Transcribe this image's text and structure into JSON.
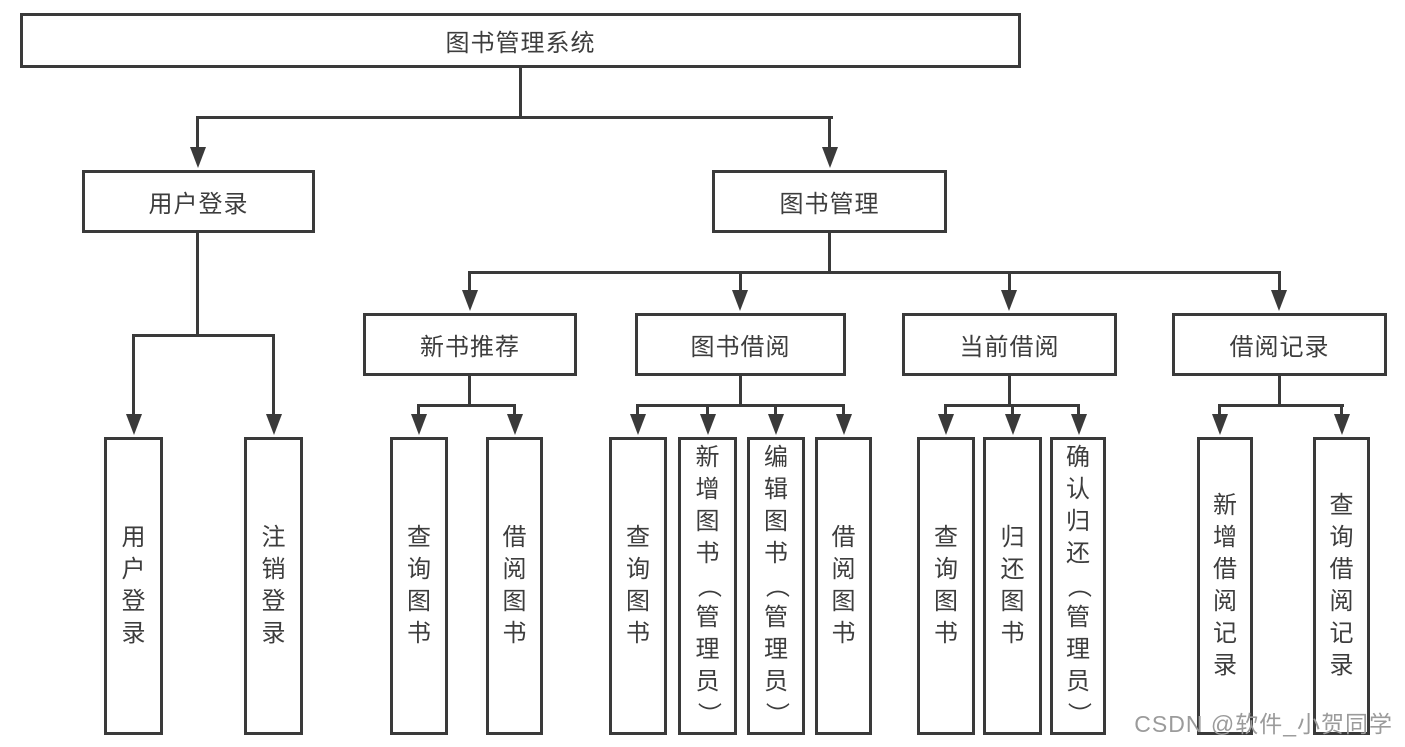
{
  "title": "图书管理系统",
  "tree": {
    "label": "图书管理系统",
    "children": [
      {
        "label": "用户登录",
        "children": [
          {
            "label": "用户登录"
          },
          {
            "label": "注销登录"
          }
        ]
      },
      {
        "label": "图书管理",
        "children": [
          {
            "label": "新书推荐",
            "children": [
              {
                "label": "查询图书"
              },
              {
                "label": "借阅图书"
              }
            ]
          },
          {
            "label": "图书借阅",
            "children": [
              {
                "label": "查询图书"
              },
              {
                "label": "新增图书（管理员）"
              },
              {
                "label": "编辑图书（管理员）"
              },
              {
                "label": "借阅图书"
              }
            ]
          },
          {
            "label": "当前借阅",
            "children": [
              {
                "label": "查询图书"
              },
              {
                "label": "归还图书"
              },
              {
                "label": "确认归还（管理员）"
              }
            ]
          },
          {
            "label": "借阅记录",
            "children": [
              {
                "label": "新增借阅记录"
              },
              {
                "label": "查询借阅记录"
              }
            ]
          }
        ]
      }
    ]
  },
  "watermark": "CSDN @软件_小贺同学",
  "colors": {
    "line": "#3a3a3a",
    "text": "#3d3d3d",
    "watermark": "#9b9b9b",
    "background": "#ffffff"
  }
}
